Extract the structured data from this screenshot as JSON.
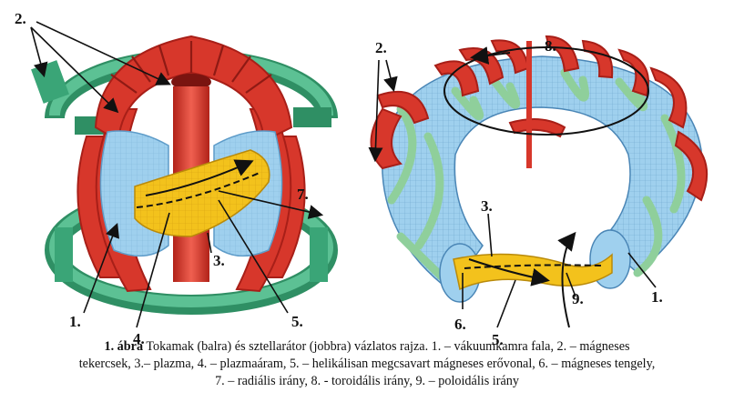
{
  "labels": {
    "left": {
      "l2": "2.",
      "l3": "3.",
      "l1": "1.",
      "l4": "4.",
      "l5": "5.",
      "l7": "7."
    },
    "right": {
      "l2": "2.",
      "l8": "8.",
      "l3": "3.",
      "l6": "6.",
      "l5": "5.",
      "l9": "9.",
      "l1": "1."
    }
  },
  "caption": {
    "figure_label": "1. ábra",
    "line1": " Tokamak (balra) és sztellarátor (jobbra) vázlatos rajza. 1. – vákuumkamra fala, 2. – mágneses",
    "line2": "tekercsek, 3.– plazma, 4. – plazmaáram, 5. – helikálisan megcsavart mágneses erővonal, 6. – mágneses tengely,",
    "line3": "7. – radiális irány, 8. - toroidális irány, 9. – poloidális irány"
  },
  "colors": {
    "coil_red": "#d7372b",
    "coil_dark": "#a81f18",
    "vessel_blue": "#9fd0ee",
    "ring_green": "#3aa577",
    "plasma_yellow": "#f3c21c",
    "helical_green": "#8fcf9b"
  }
}
